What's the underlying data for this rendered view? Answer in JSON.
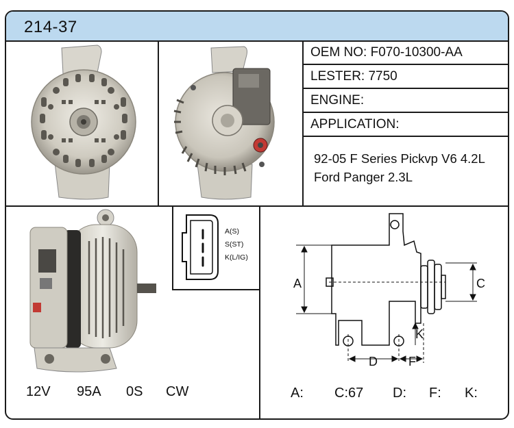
{
  "part_number": "214-37",
  "info": {
    "oem": "OEM NO: F070-10300-AA",
    "lester": "LESTER: 7750",
    "engine": "ENGINE:",
    "application": "APPLICATION:",
    "application_lines": [
      "92-05 F Series Pickvp V6 4.2L",
      "Ford Panger 2.3L"
    ]
  },
  "connector": {
    "pins": [
      "A(S)",
      "S(ST)",
      "K(L/IG)"
    ]
  },
  "specs": {
    "voltage": "12V",
    "amperage": "95A",
    "position": "0S",
    "rotation": "CW"
  },
  "dimensions": {
    "labels": {
      "a": "A",
      "c": "C",
      "d": "D",
      "f": "F",
      "k": "K"
    },
    "values": {
      "a": "A:",
      "c": "C:67",
      "d": "D:",
      "f": "F:",
      "k": "K:"
    }
  }
}
